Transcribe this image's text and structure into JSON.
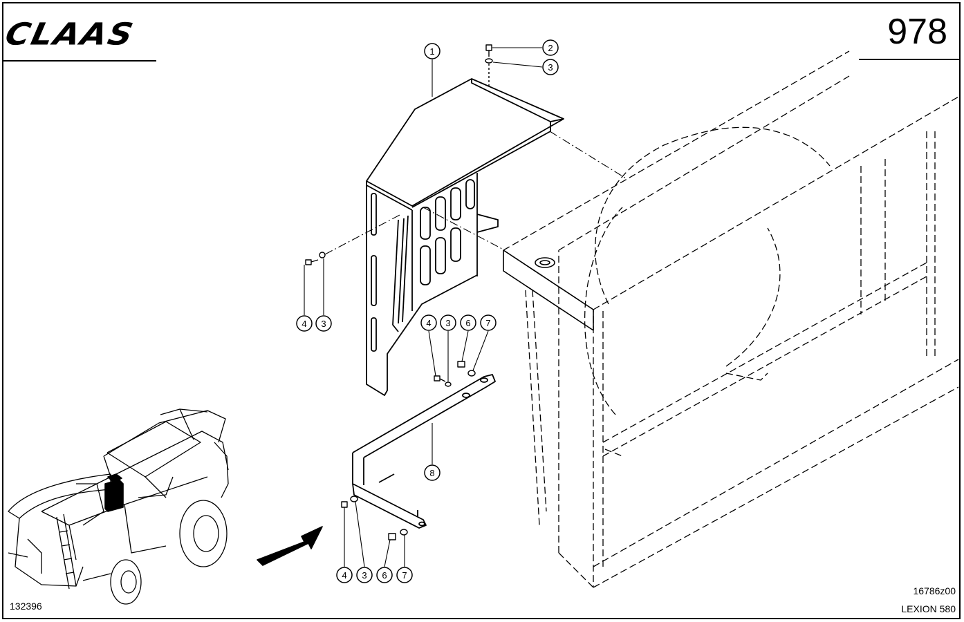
{
  "header": {
    "brand_logo": "CLAAS",
    "page_number": "978"
  },
  "footer": {
    "illustration_code": "132396",
    "drawing_code": "16786z00",
    "model": "LEXION 580"
  },
  "callouts": [
    {
      "id": "c1",
      "label": "1"
    },
    {
      "id": "c2",
      "label": "2"
    },
    {
      "id": "c3a",
      "label": "3"
    },
    {
      "id": "c4a",
      "label": "4"
    },
    {
      "id": "c3b",
      "label": "3"
    },
    {
      "id": "c4b",
      "label": "4"
    },
    {
      "id": "c3c",
      "label": "3"
    },
    {
      "id": "c6a",
      "label": "6"
    },
    {
      "id": "c7a",
      "label": "7"
    },
    {
      "id": "c8",
      "label": "8"
    },
    {
      "id": "c4c",
      "label": "4"
    },
    {
      "id": "c3d",
      "label": "3"
    },
    {
      "id": "c6b",
      "label": "6"
    },
    {
      "id": "c7b",
      "label": "7"
    }
  ],
  "colors": {
    "ink": "#000000",
    "paper": "#ffffff"
  }
}
